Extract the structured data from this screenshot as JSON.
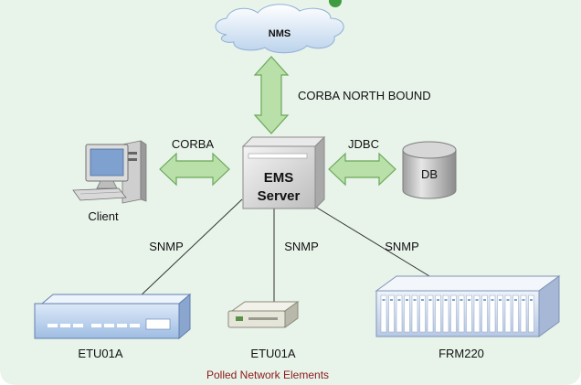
{
  "nodes": {
    "nms": "NMS",
    "ems_line1": "EMS",
    "ems_line2": "Server",
    "db": "DB",
    "client": "Client",
    "etu_left": "ETU01A",
    "etu_mid": "ETU01A",
    "frm": "FRM220"
  },
  "links": {
    "northbound": "CORBA NORTH BOUND",
    "corba": "CORBA",
    "jdbc": "JDBC",
    "snmp_left": "SNMP",
    "snmp_mid": "SNMP",
    "snmp_right": "SNMP"
  },
  "caption": "Polled Network Elements",
  "colors": {
    "panel_bg": "#e8f3ea",
    "arrow_fill": "#b9e0a8",
    "arrow_stroke": "#6aa85a",
    "caption": "#8b1a1a"
  }
}
